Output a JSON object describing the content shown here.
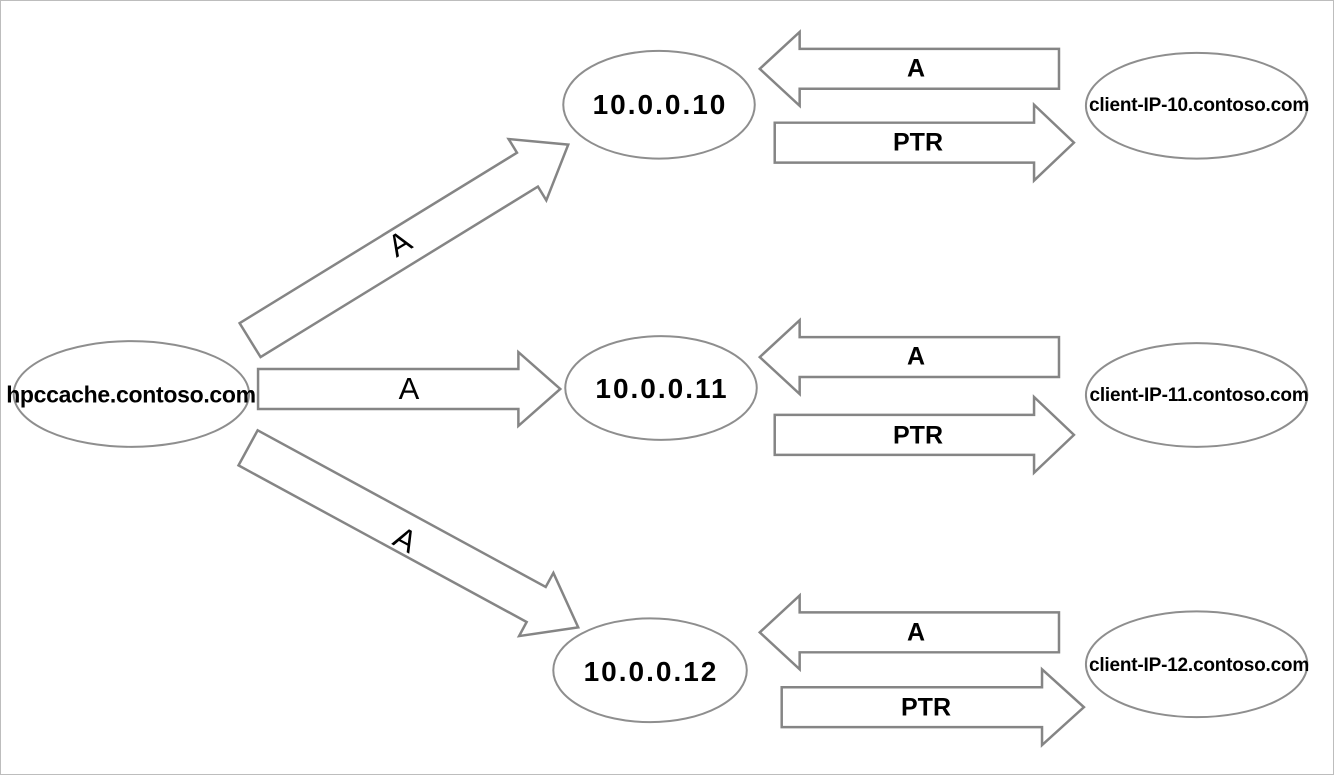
{
  "diagram": {
    "source": {
      "label": "hpccache.contoso.com"
    },
    "rows": [
      {
        "ip": "10.0.0.10",
        "client": "client-IP-10.contoso.com",
        "a_forward": "A",
        "a_reverse": "A",
        "ptr": "PTR"
      },
      {
        "ip": "10.0.0.11",
        "client": "client-IP-11.contoso.com",
        "a_forward": "A",
        "a_reverse": "A",
        "ptr": "PTR"
      },
      {
        "ip": "10.0.0.12",
        "client": "client-IP-12.contoso.com",
        "a_forward": "A",
        "a_reverse": "A",
        "ptr": "PTR"
      }
    ],
    "colors": {
      "shape_stroke": "#8e8e8e",
      "arrow_stroke": "#858585",
      "text": "#000000",
      "background": "#ffffff",
      "page_border": "#bdbdbd"
    }
  }
}
